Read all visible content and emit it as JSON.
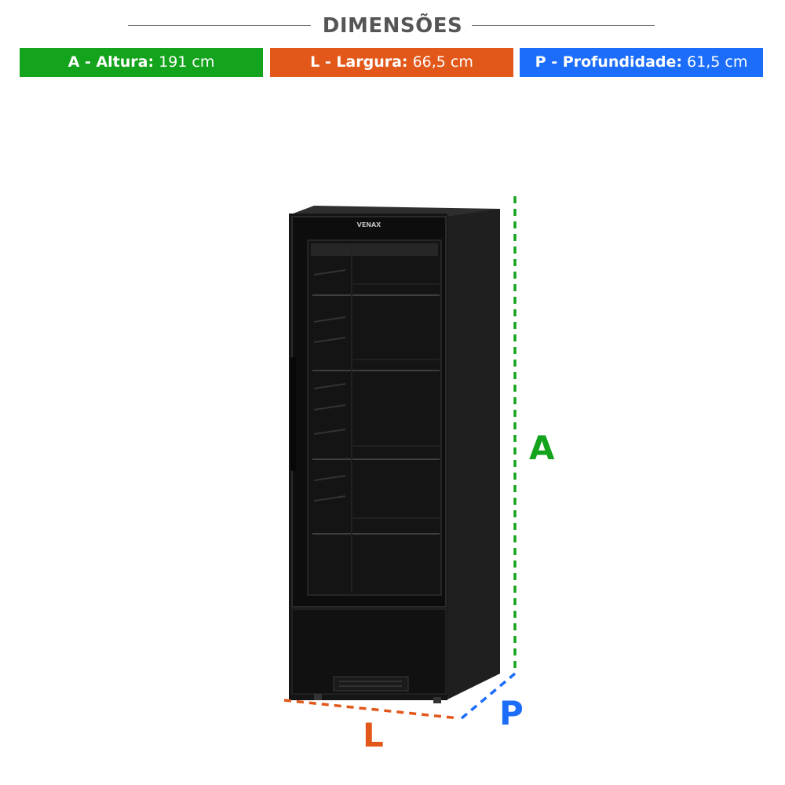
{
  "header": {
    "title": "DIMENSÕES"
  },
  "dimensions": {
    "altura": {
      "label": "A - Altura:",
      "value": "191 cm",
      "color": "#14a31c"
    },
    "largura": {
      "label": "L - Largura:",
      "value": "66,5 cm",
      "color": "#e2581a"
    },
    "profundidade": {
      "label": "P - Profundidade:",
      "value": "61,5 cm",
      "color": "#1b6dfa"
    }
  },
  "product": {
    "brand": "VENAX"
  },
  "markers": {
    "a": "A",
    "l": "L",
    "p": "P"
  }
}
